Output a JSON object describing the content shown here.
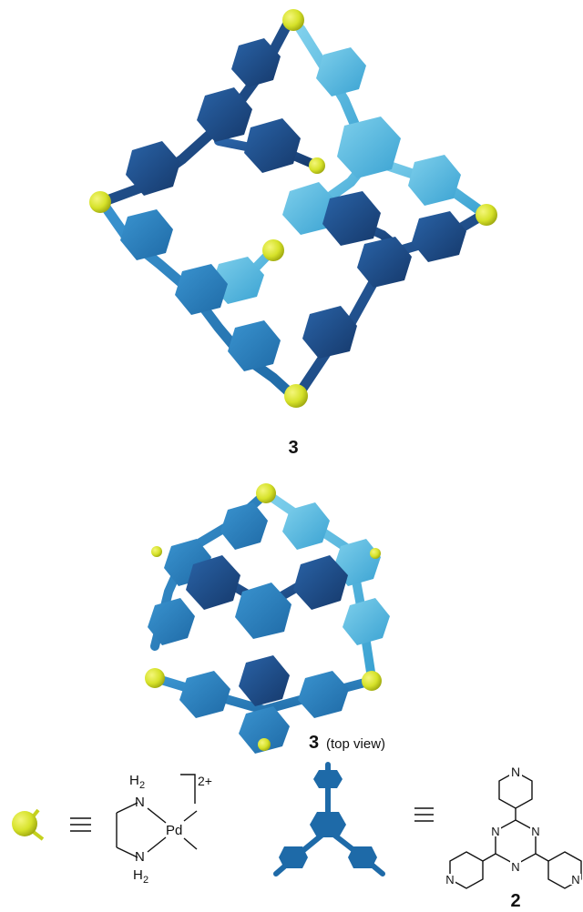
{
  "cage": {
    "label": "3"
  },
  "top_view": {
    "label_num": "3",
    "label_text": "(top view)"
  },
  "legend": {
    "pd_complex": {
      "charge": "2+",
      "atoms": {
        "metal": "Pd",
        "amine_top": "N",
        "amine_bottom": "N",
        "h_top": "H",
        "h_bottom": "H",
        "sub": "2"
      }
    },
    "ligand": {
      "label": "2",
      "ring_atom": "N"
    }
  },
  "colors": {
    "node": "#d6e22a",
    "node_dark": "#a9b514",
    "navy": "#1f4e8c",
    "mid": "#2a7fc0",
    "light": "#4fb0dc",
    "line": "#111111"
  }
}
